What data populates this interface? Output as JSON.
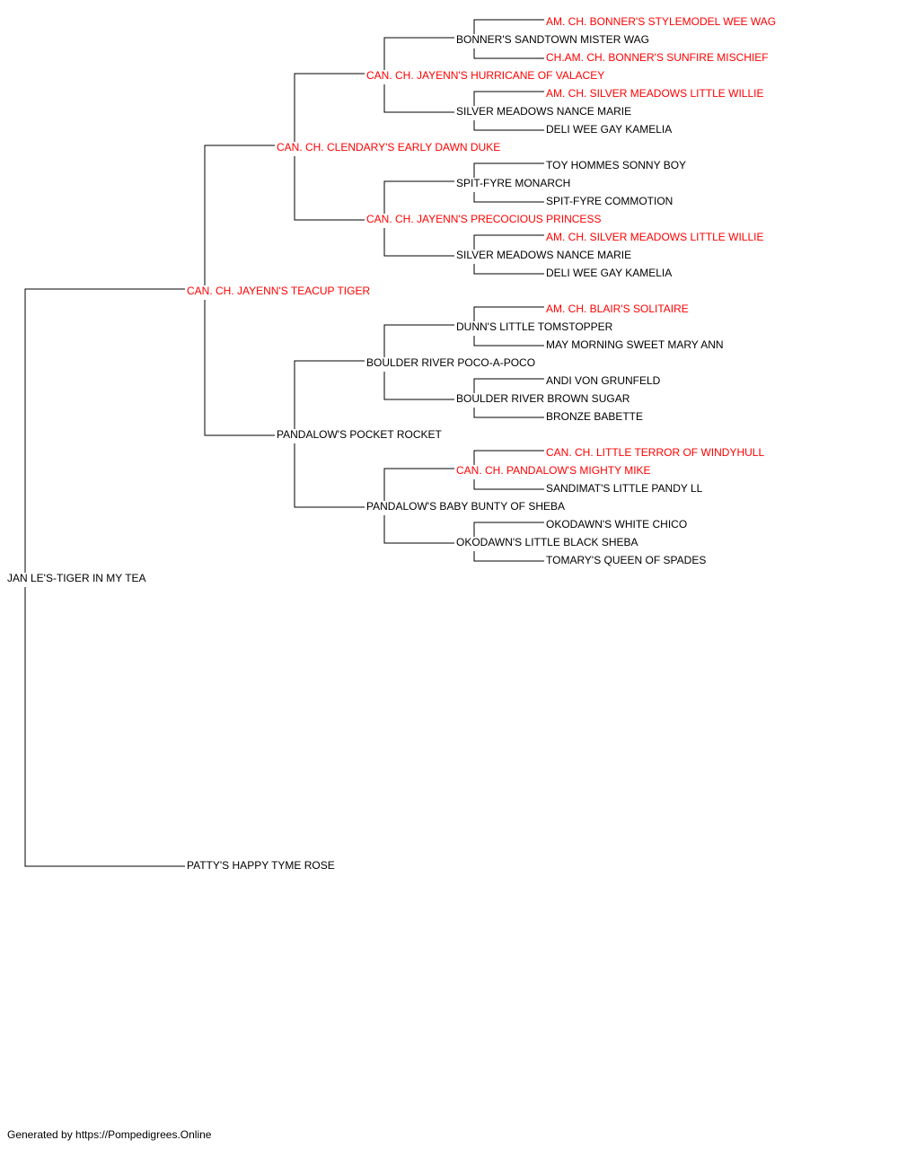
{
  "colors": {
    "champion": "#ff0000",
    "regular": "#000000",
    "connector": "#000000"
  },
  "pedigree": {
    "subject": {
      "name": "JAN LE'S-TIGER IN MY TEA",
      "champion": false
    },
    "sire": {
      "name": "CAN. CH. JAYENN'S TEACUP TIGER",
      "champion": true
    },
    "dam": {
      "name": "PATTY'S HAPPY TYME ROSE",
      "champion": false
    },
    "gen3": [
      {
        "name": "CAN. CH. CLENDARY'S EARLY DAWN DUKE",
        "champion": true
      },
      {
        "name": "PANDALOW'S POCKET ROCKET",
        "champion": false
      }
    ],
    "gen4": [
      {
        "name": "CAN. CH. JAYENN'S HURRICANE OF VALACEY",
        "champion": true
      },
      {
        "name": "CAN. CH. JAYENN'S PRECOCIOUS PRINCESS",
        "champion": true
      },
      {
        "name": "BOULDER RIVER POCO-A-POCO",
        "champion": false
      },
      {
        "name": "PANDALOW'S BABY BUNTY OF SHEBA",
        "champion": false
      }
    ],
    "gen5": [
      {
        "name": "BONNER'S SANDTOWN MISTER WAG",
        "champion": false
      },
      {
        "name": "SILVER MEADOWS NANCE MARIE",
        "champion": false
      },
      {
        "name": "SPIT-FYRE MONARCH",
        "champion": false
      },
      {
        "name": "SILVER MEADOWS NANCE MARIE",
        "champion": false
      },
      {
        "name": "DUNN'S LITTLE TOMSTOPPER",
        "champion": false
      },
      {
        "name": "BOULDER RIVER BROWN SUGAR",
        "champion": false
      },
      {
        "name": "CAN. CH. PANDALOW'S MIGHTY MIKE",
        "champion": true
      },
      {
        "name": "OKODAWN'S LITTLE BLACK SHEBA",
        "champion": false
      }
    ],
    "gen6": [
      {
        "name": "AM. CH. BONNER'S STYLEMODEL WEE WAG",
        "champion": true
      },
      {
        "name": "CH.AM. CH. BONNER'S SUNFIRE MISCHIEF",
        "champion": true
      },
      {
        "name": "AM. CH. SILVER MEADOWS LITTLE WILLIE",
        "champion": true
      },
      {
        "name": "DELI WEE GAY KAMELIA",
        "champion": false
      },
      {
        "name": "TOY HOMMES SONNY BOY",
        "champion": false
      },
      {
        "name": "SPIT-FYRE COMMOTION",
        "champion": false
      },
      {
        "name": "AM. CH. SILVER MEADOWS LITTLE WILLIE",
        "champion": true
      },
      {
        "name": "DELI WEE GAY KAMELIA",
        "champion": false
      },
      {
        "name": "AM. CH. BLAIR'S SOLITAIRE",
        "champion": true
      },
      {
        "name": "MAY MORNING SWEET MARY ANN",
        "champion": false
      },
      {
        "name": "ANDI VON GRUNFELD",
        "champion": false
      },
      {
        "name": "BRONZE BABETTE",
        "champion": false
      },
      {
        "name": "CAN. CH. LITTLE TERROR OF WINDYHULL",
        "champion": true
      },
      {
        "name": "SANDIMAT'S LITTLE PANDY LL",
        "champion": false
      },
      {
        "name": "OKODAWN'S WHITE CHICO",
        "champion": false
      },
      {
        "name": "TOMARY'S QUEEN OF SPADES",
        "champion": false
      }
    ]
  },
  "footer": {
    "text": "Generated by https://Pompedigrees.Online"
  }
}
